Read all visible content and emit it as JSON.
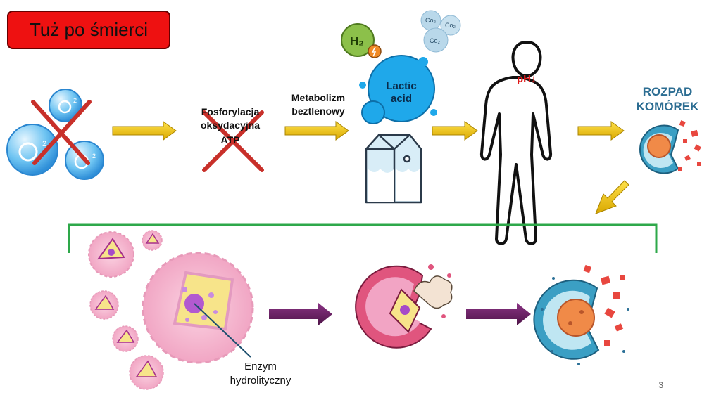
{
  "title": "Tuż po śmierci",
  "labels": {
    "fosforylacja_line1": "Fosforylacja",
    "fosforylacja_line2": "oksydacyjna",
    "atp": "ATP",
    "metabolizm_line1": "Metabolizm",
    "metabolizm_line2": "beztlenowy",
    "lactic_line1": "Lactic",
    "lactic_line2": "acid",
    "h2": "H₂",
    "co2": "Co₂",
    "ph": "pH↓",
    "rozpad_line1": "ROZPAD",
    "rozpad_line2": "KOMÓREK",
    "enzyme_line1": "Enzym",
    "enzyme_line2": "hydrolityczny",
    "o2": "2"
  },
  "page_number": "3",
  "colors": {
    "title_bg": "#ee1111",
    "arrow_yellow": "#f2c500",
    "arrow_purple": "#6b2266",
    "bracket_green": "#2ea84a",
    "cross_red": "#c8302a",
    "lactic_blue": "#1fa8ea",
    "rozpad_text": "#2c6d92"
  }
}
